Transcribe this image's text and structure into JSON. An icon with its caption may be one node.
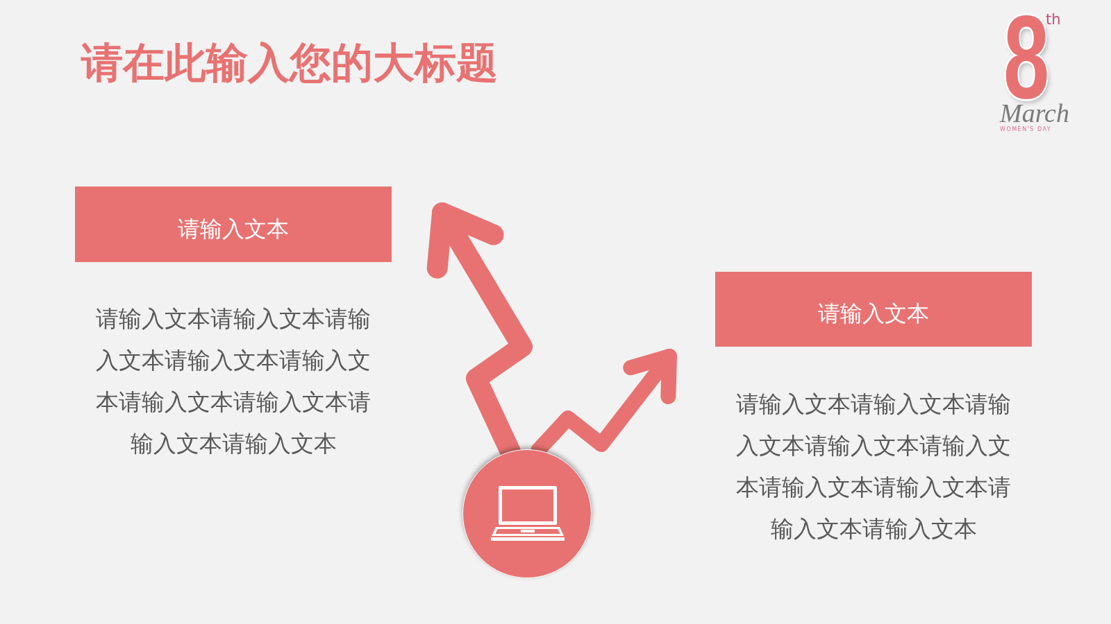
{
  "diagram": {
    "title": "请在此输入您的大标题",
    "nodes": [
      {
        "text": [
          "请输入文本"
        ],
        "beside": [
          "请输入文本请输入文本请输入文本请输入文本请输入文本请输入文本请输入文本请输入文本请输入文本"
        ]
      },
      {
        "text": [
          "请输入文本"
        ],
        "beside": [
          "请输入文本请输入文本请输入文本请输入文本请输入文本请输入文本请输入文本请输入文本请输入文本"
        ]
      },
      {
        "text": [],
        "shape": "circle"
      }
    ],
    "edges": [
      {
        "from": 2,
        "to": 0,
        "arrow": "to"
      },
      {
        "from": 2,
        "to": 1,
        "arrow": "to"
      }
    ],
    "labels": [
      "8",
      "th",
      "March",
      "WOMEN'S DAY"
    ]
  }
}
